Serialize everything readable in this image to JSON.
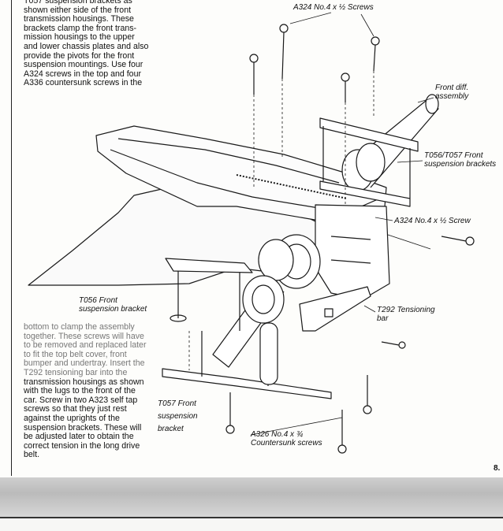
{
  "text": {
    "para_1": "T057 suspension brackets as\nshown either side of the front\ntransmission housings. These\nbrackets clamp the front trans-\nmission housings to the upper\nand lower chassis plates and also\nprovide the pivots for the front\nsuspension mountings. Use four\nA324 screws in the top and four\nA336 countersunk screws in the",
    "para_2_faded": "bottom to clamp the assembly\ntogether. These screws will have\nto be removed and replaced later\nto fit the top belt cover, front\nbumper and undertray. Insert the\nT292 tensioning bar into the",
    "para_2": "transmission housings as shown\nwith the lugs to the front of the\ncar. Screw in two A323 self tap\nscrews so that they just rest\nagainst the uprights of the\nsuspension brackets. These will\nbe adjusted later to obtain the\ncorrect tension in the long drive\nbelt."
  },
  "labels": {
    "top_screws": "A324 No.4 x ½ Screws",
    "front_diff": "Front diff.\nassembly",
    "t056_t057": "T056/T057 Front\nsuspension brackets",
    "side_screw": "A324 No.4 x ½ Screw",
    "t056_bracket": "T056 Front\nsuspension bracket",
    "t292": "T292 Tensioning\nbar",
    "t057_bracket": "T057 Front\nsuspension\nbracket",
    "a326": "A326 No.4 x ¾\nCountersunk screws"
  },
  "page_number": "8."
}
